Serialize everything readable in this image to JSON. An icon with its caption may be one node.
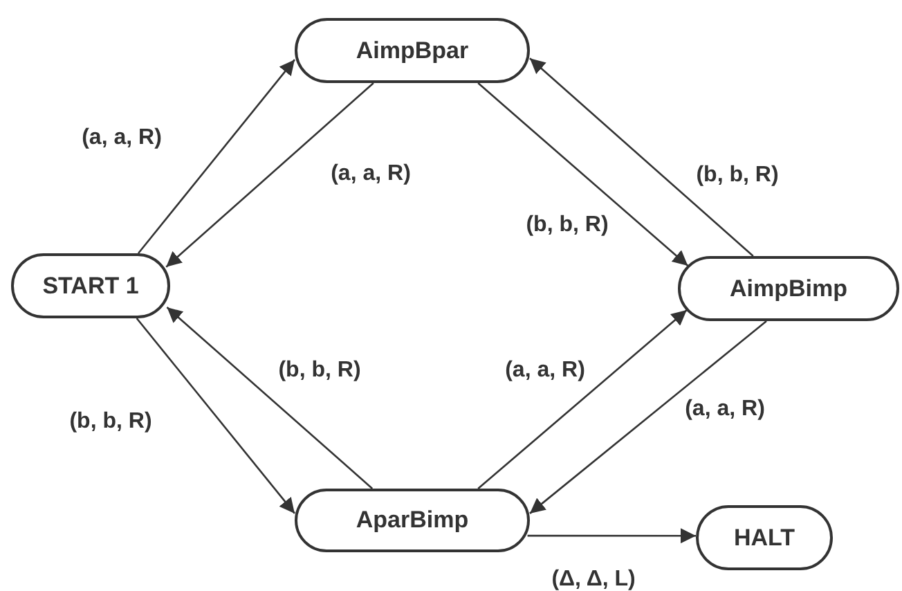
{
  "diagram": {
    "nodes": [
      {
        "text": [
          "AimpBpar"
        ]
      },
      {
        "text": [
          "START 1"
        ]
      },
      {
        "text": [
          "AimpBimp"
        ]
      },
      {
        "text": [
          "AparBimp"
        ]
      },
      {
        "text": [
          "HALT"
        ]
      }
    ],
    "edges": [
      {
        "from": 1,
        "to": 0,
        "arrow": "to",
        "label": "(a, a, R)"
      },
      {
        "from": 0,
        "to": 1,
        "arrow": "to",
        "label": "(a, a, R)"
      },
      {
        "from": 0,
        "to": 2,
        "arrow": "to",
        "label": "(b, b, R)"
      },
      {
        "from": 2,
        "to": 0,
        "arrow": "to",
        "label": "(b, b, R)"
      },
      {
        "from": 1,
        "to": 3,
        "arrow": "to",
        "label": "(b, b, R)"
      },
      {
        "from": 3,
        "to": 1,
        "arrow": "to",
        "label": "(b, b, R)"
      },
      {
        "from": 3,
        "to": 2,
        "arrow": "to",
        "label": "(a, a, R)"
      },
      {
        "from": 2,
        "to": 3,
        "arrow": "to",
        "label": "(a, a, R)"
      },
      {
        "from": 3,
        "to": 4,
        "arrow": "to",
        "label": "(Δ, Δ, L)"
      }
    ]
  }
}
